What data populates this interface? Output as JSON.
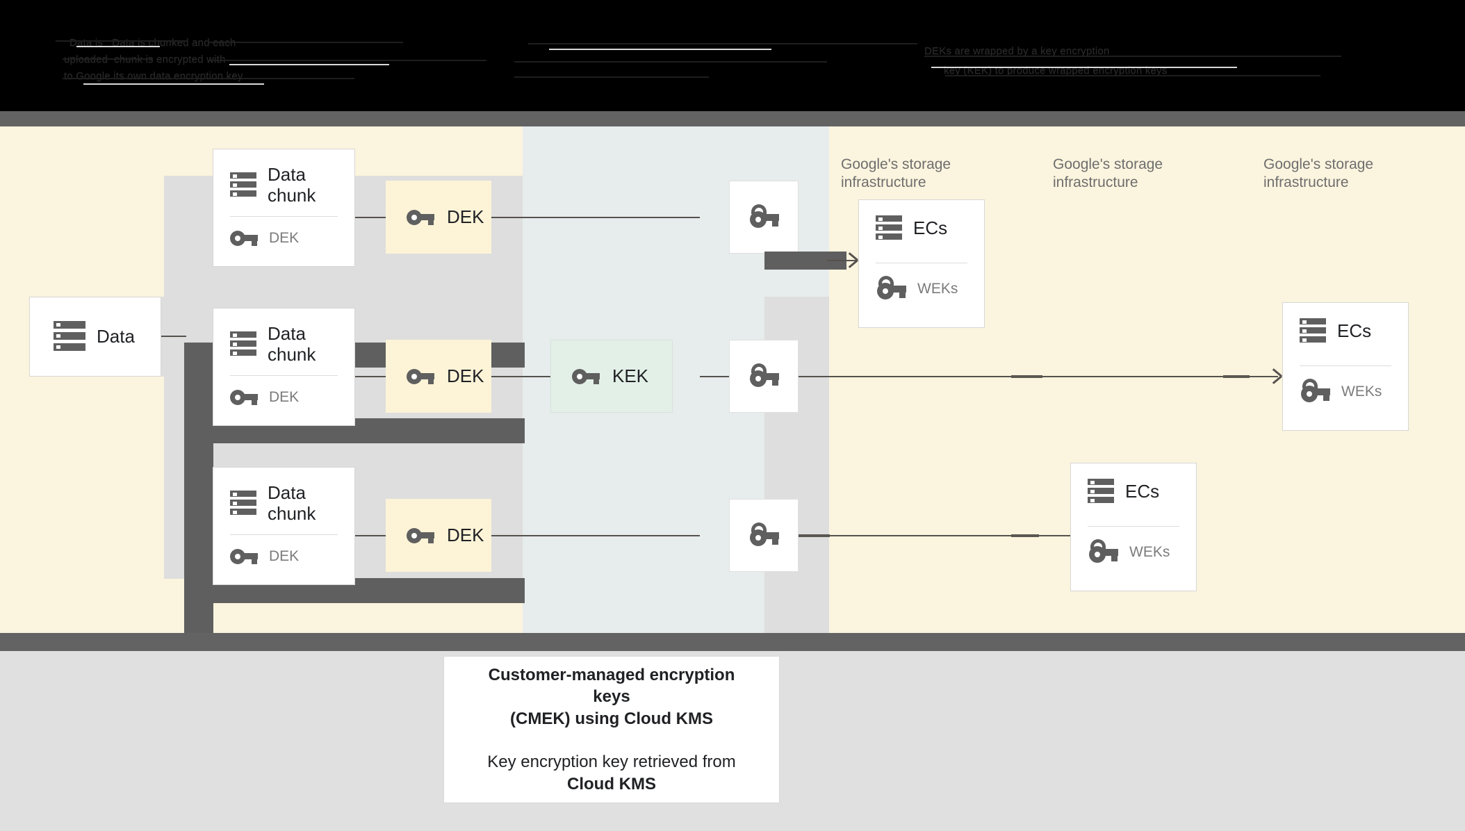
{
  "top_band": {
    "note": "obscured dark text band",
    "lines": [
      "Data is   Data is chunked and each",
      "uploaded  chunk is encrypted with",
      "to Google its own data encryption key",
      "DEKs are wrapped by a key encryption",
      "key (KEK) to produce wrapped encryption keys"
    ]
  },
  "diagram": {
    "data_box": {
      "label": "Data",
      "icon": "database-icon"
    },
    "chunks": [
      {
        "title": "Data chunk",
        "key_label": "DEK",
        "icon": "database-icon",
        "key_icon": "key-icon"
      },
      {
        "title": "Data chunk",
        "key_label": "DEK",
        "icon": "database-icon",
        "key_icon": "key-icon"
      },
      {
        "title": "Data chunk",
        "key_label": "DEK",
        "icon": "database-icon",
        "key_icon": "key-icon"
      }
    ],
    "dek_boxes": [
      {
        "label": "DEK",
        "icon": "key-icon"
      },
      {
        "label": "DEK",
        "icon": "key-icon"
      },
      {
        "label": "DEK",
        "icon": "key-icon"
      }
    ],
    "kek_box": {
      "label": "KEK",
      "icon": "key-icon"
    },
    "wrapped_keys": [
      {
        "icon": "wrapped-key-icon"
      },
      {
        "icon": "wrapped-key-icon"
      },
      {
        "icon": "wrapped-key-icon"
      }
    ],
    "storage_labels": [
      "Google's storage\ninfrastructure",
      "Google's storage\ninfrastructure",
      "Google's storage\ninfrastructure"
    ],
    "ec_cards": [
      {
        "title": "ECs",
        "key_label": "WEKs",
        "icon": "database-icon",
        "key_icon": "wrapped-key-icon"
      },
      {
        "title": "ECs",
        "key_label": "WEKs",
        "icon": "database-icon",
        "key_icon": "wrapped-key-icon"
      },
      {
        "title": "ECs",
        "key_label": "WEKs",
        "icon": "database-icon",
        "key_icon": "wrapped-key-icon"
      }
    ]
  },
  "caption": {
    "title_line_1": "Customer-managed encryption keys",
    "title_line_2": "(CMEK) using Cloud KMS",
    "body_line_1": "Key encryption key retrieved from",
    "body_line_2": "Cloud KMS"
  },
  "colors": {
    "cream": "#fbf4de",
    "mint": "#e3f0e8",
    "mid_column": "#e7ecec",
    "light_gray": "#dedede",
    "dark_gray": "#5f5f5f",
    "separator": "#636363",
    "page_bg": "#e0e0e0",
    "dek_fill": "#fdf3d7"
  }
}
